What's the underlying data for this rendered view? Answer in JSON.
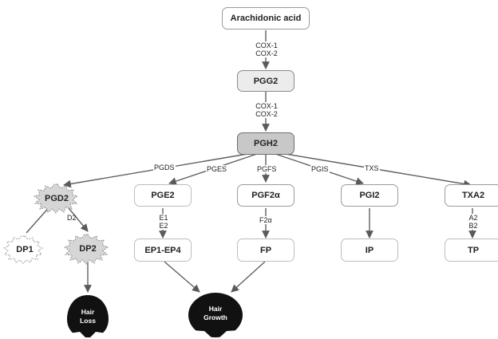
{
  "nodes": {
    "arachidonic_acid": "Arachidonic acid",
    "pgg2": "PGG2",
    "pgh2": "PGH2",
    "pgd2": "PGD2",
    "pge2": "PGE2",
    "pgf2a": "PGF2α",
    "pgi2": "PGI2",
    "txa2": "TXA2",
    "dp1": "DP1",
    "dp2": "DP2",
    "ep": "EP1-EP4",
    "fp": "FP",
    "ip": "IP",
    "tp": "TP",
    "hair_loss": [
      "Hair",
      "Loss"
    ],
    "hair_growth": [
      "Hair",
      "Growth"
    ]
  },
  "edge_labels": {
    "cox_1": [
      "COX-1",
      "COX-2"
    ],
    "cox_2": [
      "COX-1",
      "COX-2"
    ],
    "pgds": "PGDS",
    "pges": "PGES",
    "pgfs": "PGFS",
    "pgis": "PGIS",
    "txs": "TXS",
    "d2": "D2",
    "e": [
      "E1",
      "E2"
    ],
    "f2a": "F2α",
    "a": [
      "A2",
      "B2"
    ]
  },
  "colors": {
    "edge": "#606060",
    "blob": "#111111",
    "star_fill": "#d4d4d4"
  }
}
